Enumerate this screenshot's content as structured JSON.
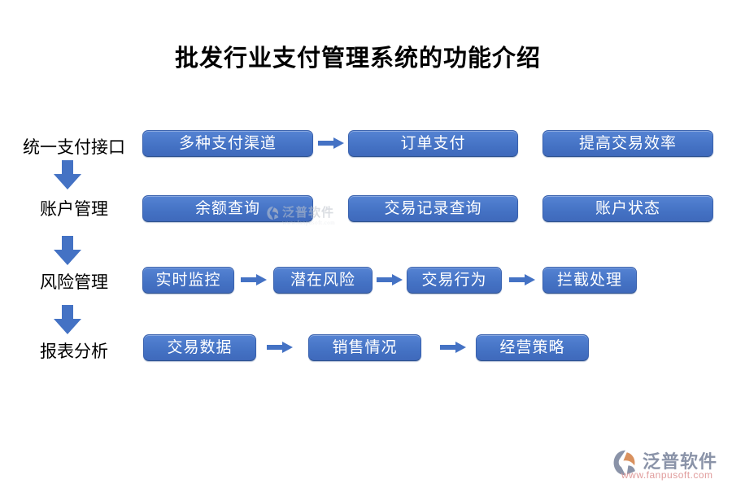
{
  "title": "批发行业支付管理系统的功能介绍",
  "stages": [
    {
      "label": "统一支付接口",
      "boxes": [
        "多种支付渠道",
        "订单支付",
        "提高交易效率"
      ]
    },
    {
      "label": "账户管理",
      "boxes": [
        "余额查询",
        "交易记录查询",
        "账户状态"
      ]
    },
    {
      "label": "风险管理",
      "boxes": [
        "实时监控",
        "潜在风险",
        "交易行为",
        "拦截处理"
      ]
    },
    {
      "label": "报表分析",
      "boxes": [
        "交易数据",
        "销售情况",
        "经营策略"
      ]
    }
  ],
  "watermark": {
    "brand": "泛普软件",
    "url": "www.fanpusoft.com"
  },
  "footer": {
    "brand": "泛普软件",
    "url": "www.fanpusoft.com"
  },
  "colors": {
    "node_fill": "#4472C4",
    "node_fill_light": "#5583d3",
    "node_border": "#3a62ae",
    "arrow": "#4472C4",
    "node_text": "#ffffff",
    "title_text": "#000000",
    "logo_gray": "#8a93a8",
    "logo_orange": "#d9915e",
    "url_pink": "#e09c9c"
  }
}
